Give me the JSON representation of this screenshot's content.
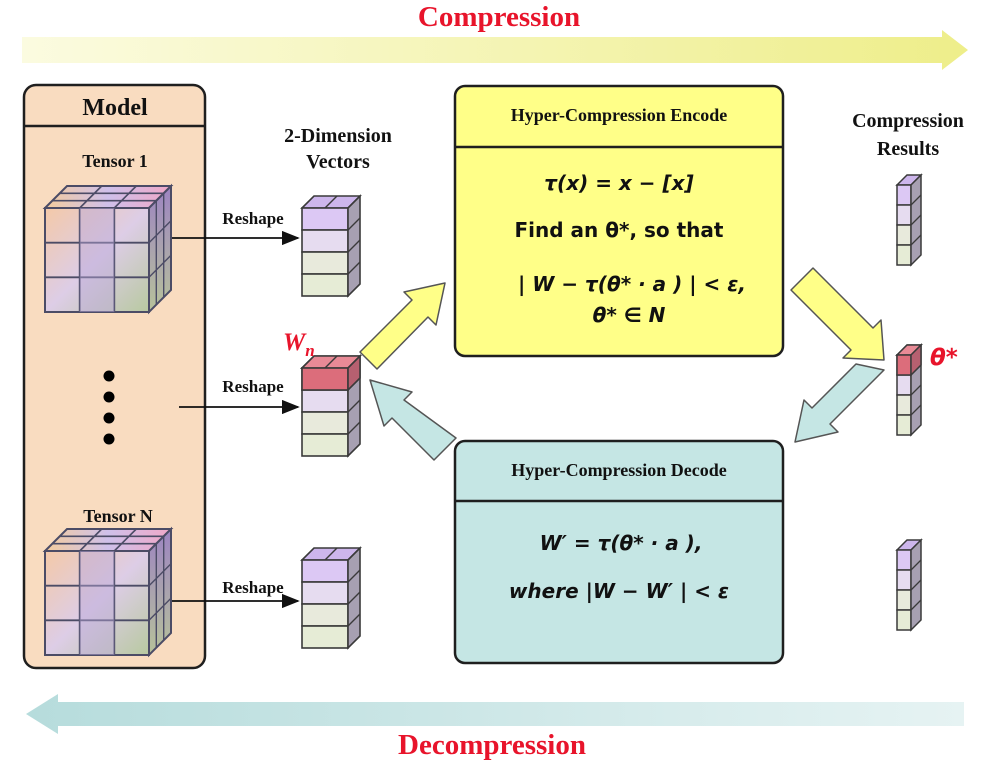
{
  "header": {
    "compression_label": "Compression"
  },
  "footer": {
    "decompression_label": "Decompression"
  },
  "model_panel": {
    "title": "Model",
    "tensor_first": "Tensor 1",
    "tensor_last": "Tensor N",
    "reshape_label": "Reshape"
  },
  "vectors_column": {
    "heading_line1": "2-Dimension",
    "heading_line2": "Vectors",
    "highlight_label": "W",
    "highlight_subscript": "n"
  },
  "encode_box": {
    "title": "Hyper-Compression Encode",
    "formula": "τ(x) = x − [x]",
    "instruction": "Find an θ*, so that",
    "condition": "| W  − τ(θ* · a ) | < ε,",
    "membership": "θ* ∈ N"
  },
  "decode_box": {
    "title": "Hyper-Compression Decode",
    "formula": "W′  = τ(θ* · a ),",
    "where_clause": "where |W  − W′ | < ε"
  },
  "results_column": {
    "heading_line1": "Compression",
    "heading_line2": "Results",
    "theta_label": "θ*"
  },
  "colors": {
    "accent_red": "#e8142b",
    "encode_fill": "#ffff88",
    "decode_fill": "#c5e6e4",
    "model_fill": "#f9dcc0",
    "compression_arrow": "#f2f29a",
    "decompression_arrow": "#c9e6e6",
    "highlight_cell": "#dc6d7b"
  }
}
